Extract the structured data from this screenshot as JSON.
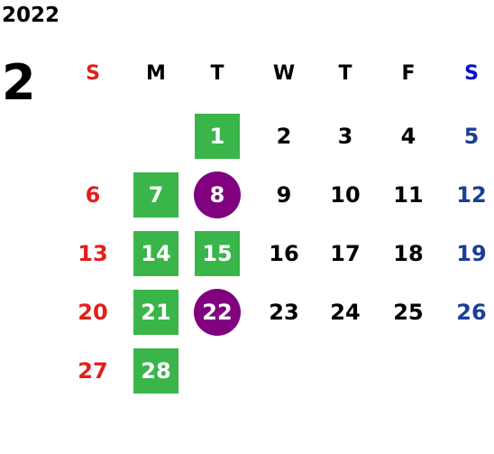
{
  "calendar": {
    "year": "2022",
    "month": "2",
    "weekdays": [
      "S",
      "M",
      "T",
      "W",
      "T",
      "F",
      "S"
    ],
    "weekday_colors": [
      "#e0201c",
      "#000000",
      "#000000",
      "#000000",
      "#000000",
      "#000000",
      "#0010c8"
    ],
    "day_colors": [
      "#e0201c",
      "#000000",
      "#000000",
      "#000000",
      "#000000",
      "#000000",
      "#1a3f96"
    ],
    "first_weekday_index": 2,
    "days_in_month": 28,
    "highlight_colors": {
      "green": "#3ab54a",
      "purple": "#800080"
    },
    "green_days": [
      1,
      7,
      14,
      15,
      21,
      28
    ],
    "purple_days": [
      8,
      22
    ]
  }
}
